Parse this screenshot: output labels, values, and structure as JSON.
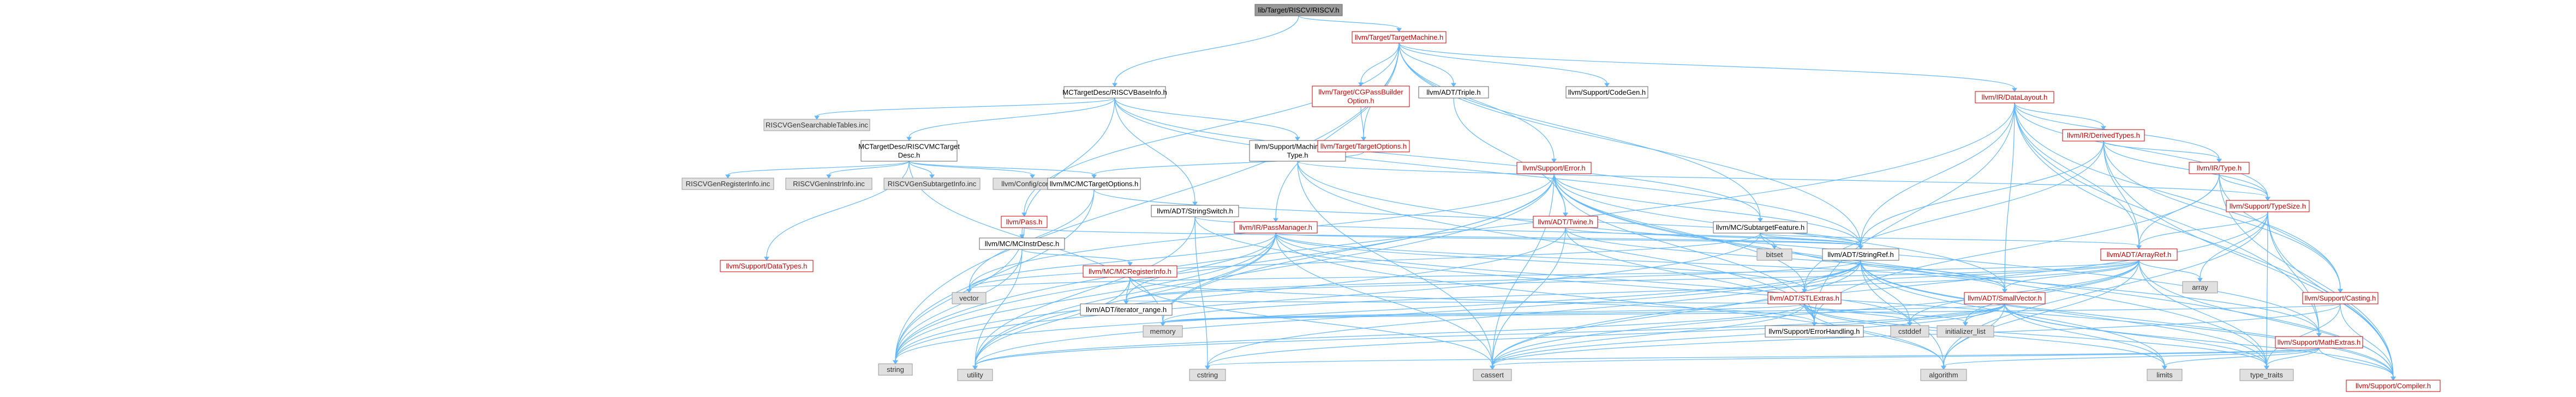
{
  "graph": {
    "colors": {
      "edge": "#63b8ff",
      "root": "#999999",
      "doc_border": "#cc0000",
      "external": "#e0e0e0"
    },
    "nodes": [
      {
        "id": "root",
        "kind": "root",
        "lines": [
          "lib/Target/RISCV/RISCV.h"
        ]
      },
      {
        "id": "tm",
        "kind": "doc",
        "lines": [
          "llvm/Target/TargetMachine.h"
        ]
      },
      {
        "id": "baseinfo",
        "kind": "local",
        "lines": [
          "MCTargetDesc/RISCVBaseInfo.h"
        ]
      },
      {
        "id": "searchable",
        "kind": "ext",
        "lines": [
          "RISCVGenSearchableTables.inc"
        ]
      },
      {
        "id": "mcdesc",
        "kind": "local",
        "lines": [
          "MCTargetDesc/RISCVMCTarget",
          "Desc.h"
        ]
      },
      {
        "id": "genreg",
        "kind": "ext",
        "lines": [
          "RISCVGenRegisterInfo.inc"
        ]
      },
      {
        "id": "geninstr",
        "kind": "ext",
        "lines": [
          "RISCVGenInstrInfo.inc"
        ]
      },
      {
        "id": "gensub",
        "kind": "ext",
        "lines": [
          "RISCVGenSubtargetInfo.inc"
        ]
      },
      {
        "id": "config",
        "kind": "ext",
        "lines": [
          "llvm/Config/config.h"
        ]
      },
      {
        "id": "datatypes",
        "kind": "doc",
        "lines": [
          "llvm/Support/DataTypes.h"
        ]
      },
      {
        "id": "mcinstrdesc",
        "kind": "local",
        "lines": [
          "llvm/MC/MCInstrDesc.h"
        ]
      },
      {
        "id": "mctargetopts",
        "kind": "local",
        "lines": [
          "llvm/MC/MCTargetOptions.h"
        ]
      },
      {
        "id": "stringswitch",
        "kind": "local",
        "lines": [
          "llvm/ADT/StringSwitch.h"
        ]
      },
      {
        "id": "mvt",
        "kind": "local",
        "lines": [
          "llvm/Support/MachineValue",
          "Type.h"
        ]
      },
      {
        "id": "passmgr",
        "kind": "doc",
        "lines": [
          "llvm/IR/PassManager.h"
        ]
      },
      {
        "id": "pass",
        "kind": "doc",
        "lines": [
          "llvm/Pass.h"
        ]
      },
      {
        "id": "mcreginfo",
        "kind": "doc",
        "lines": [
          "llvm/MC/MCRegisterInfo.h"
        ]
      },
      {
        "id": "iterrange",
        "kind": "local",
        "lines": [
          "llvm/ADT/iterator_range.h"
        ]
      },
      {
        "id": "triple",
        "kind": "local",
        "lines": [
          "llvm/ADT/Triple.h"
        ]
      },
      {
        "id": "codegen",
        "kind": "local",
        "lines": [
          "llvm/Support/CodeGen.h"
        ]
      },
      {
        "id": "cgpass",
        "kind": "doc",
        "lines": [
          "llvm/Target/CGPassBuilder",
          "Option.h"
        ]
      },
      {
        "id": "targetopts",
        "kind": "doc",
        "lines": [
          "llvm/Target/TargetOptions.h"
        ]
      },
      {
        "id": "error",
        "kind": "doc",
        "lines": [
          "llvm/Support/Error.h"
        ]
      },
      {
        "id": "twine",
        "kind": "doc",
        "lines": [
          "llvm/ADT/Twine.h"
        ]
      },
      {
        "id": "subfeature",
        "kind": "local",
        "lines": [
          "llvm/MC/SubtargetFeature.h"
        ]
      },
      {
        "id": "bitset",
        "kind": "ext",
        "lines": [
          "bitset"
        ]
      },
      {
        "id": "stringref",
        "kind": "local",
        "lines": [
          "llvm/ADT/StringRef.h"
        ]
      },
      {
        "id": "stlextras",
        "kind": "doc",
        "lines": [
          "llvm/ADT/STLExtras.h"
        ]
      },
      {
        "id": "errhandling",
        "kind": "local",
        "lines": [
          "llvm/Support/ErrorHandling.h"
        ]
      },
      {
        "id": "smallvector",
        "kind": "doc",
        "lines": [
          "llvm/ADT/SmallVector.h"
        ]
      },
      {
        "id": "datalayout",
        "kind": "doc",
        "lines": [
          "llvm/IR/DataLayout.h"
        ]
      },
      {
        "id": "derived",
        "kind": "doc",
        "lines": [
          "llvm/IR/DerivedTypes.h"
        ]
      },
      {
        "id": "irtype",
        "kind": "doc",
        "lines": [
          "llvm/IR/Type.h"
        ]
      },
      {
        "id": "typesize",
        "kind": "doc",
        "lines": [
          "llvm/Support/TypeSize.h"
        ]
      },
      {
        "id": "arrayref",
        "kind": "doc",
        "lines": [
          "llvm/ADT/ArrayRef.h"
        ]
      },
      {
        "id": "casting",
        "kind": "doc",
        "lines": [
          "llvm/Support/Casting.h"
        ]
      },
      {
        "id": "mathextras",
        "kind": "doc",
        "lines": [
          "llvm/Support/MathExtras.h"
        ]
      },
      {
        "id": "compiler",
        "kind": "doc",
        "lines": [
          "llvm/Support/Compiler.h"
        ]
      },
      {
        "id": "array",
        "kind": "ext",
        "lines": [
          "array"
        ]
      },
      {
        "id": "vector",
        "kind": "ext",
        "lines": [
          "vector"
        ]
      },
      {
        "id": "memory",
        "kind": "ext",
        "lines": [
          "memory"
        ]
      },
      {
        "id": "cstddef",
        "kind": "ext",
        "lines": [
          "cstddef"
        ]
      },
      {
        "id": "initlist",
        "kind": "ext",
        "lines": [
          "initializer_list"
        ]
      },
      {
        "id": "string",
        "kind": "ext",
        "lines": [
          "string"
        ]
      },
      {
        "id": "utility",
        "kind": "ext",
        "lines": [
          "utility"
        ]
      },
      {
        "id": "cstring",
        "kind": "ext",
        "lines": [
          "cstring"
        ]
      },
      {
        "id": "cassert",
        "kind": "ext",
        "lines": [
          "cassert"
        ]
      },
      {
        "id": "algorithm",
        "kind": "ext",
        "lines": [
          "algorithm"
        ]
      },
      {
        "id": "limits",
        "kind": "ext",
        "lines": [
          "limits"
        ]
      },
      {
        "id": "typetraits",
        "kind": "ext",
        "lines": [
          "type_traits"
        ]
      }
    ],
    "edges": [
      [
        "root",
        "tm"
      ],
      [
        "root",
        "baseinfo"
      ],
      [
        "tm",
        "triple"
      ],
      [
        "tm",
        "codegen"
      ],
      [
        "tm",
        "cgpass"
      ],
      [
        "tm",
        "targetopts"
      ],
      [
        "tm",
        "error"
      ],
      [
        "tm",
        "datalayout"
      ],
      [
        "tm",
        "passmgr"
      ],
      [
        "tm",
        "pass"
      ],
      [
        "tm",
        "stringref"
      ],
      [
        "tm",
        "string"
      ],
      [
        "tm",
        "subfeature"
      ],
      [
        "baseinfo",
        "searchable"
      ],
      [
        "baseinfo",
        "mcdesc"
      ],
      [
        "baseinfo",
        "mvt"
      ],
      [
        "baseinfo",
        "stringswitch"
      ],
      [
        "baseinfo",
        "subfeature"
      ],
      [
        "baseinfo",
        "mcinstrdesc"
      ],
      [
        "baseinfo",
        "stringref"
      ],
      [
        "mcdesc",
        "genreg"
      ],
      [
        "mcdesc",
        "geninstr"
      ],
      [
        "mcdesc",
        "gensub"
      ],
      [
        "mcdesc",
        "config"
      ],
      [
        "mcdesc",
        "datatypes"
      ],
      [
        "mcdesc",
        "mctargetopts"
      ],
      [
        "mcdesc",
        "memory"
      ],
      [
        "mctargetopts",
        "string"
      ],
      [
        "mctargetopts",
        "vector"
      ],
      [
        "mctargetopts",
        "stringref"
      ],
      [
        "mcinstrdesc",
        "mcreginfo"
      ],
      [
        "mcinstrdesc",
        "string"
      ],
      [
        "mcinstrdesc",
        "utility"
      ],
      [
        "mcreginfo",
        "iterrange"
      ],
      [
        "mcreginfo",
        "errhandling"
      ],
      [
        "mcreginfo",
        "cassert"
      ],
      [
        "mcreginfo",
        "utility"
      ],
      [
        "stringswitch",
        "stringref"
      ],
      [
        "stringswitch",
        "cstring"
      ],
      [
        "stringswitch",
        "utility"
      ],
      [
        "stringswitch",
        "compiler"
      ],
      [
        "mvt",
        "errhandling"
      ],
      [
        "mvt",
        "typesize"
      ],
      [
        "mvt",
        "mathextras"
      ],
      [
        "mvt",
        "cassert"
      ],
      [
        "passmgr",
        "stringref"
      ],
      [
        "passmgr",
        "smallvector"
      ],
      [
        "passmgr",
        "stlextras"
      ],
      [
        "passmgr",
        "vector"
      ],
      [
        "passmgr",
        "memory"
      ],
      [
        "passmgr",
        "algorithm"
      ],
      [
        "passmgr",
        "cassert"
      ],
      [
        "passmgr",
        "cstddef"
      ],
      [
        "passmgr",
        "string"
      ],
      [
        "passmgr",
        "utility"
      ],
      [
        "passmgr",
        "iterrange"
      ],
      [
        "pass",
        "stringref"
      ],
      [
        "pass",
        "string"
      ],
      [
        "triple",
        "twine"
      ],
      [
        "cgpass",
        "targetopts"
      ],
      [
        "targetopts",
        "mctargetopts"
      ],
      [
        "error",
        "stringref"
      ],
      [
        "error",
        "twine"
      ],
      [
        "error",
        "stlextras"
      ],
      [
        "error",
        "errhandling"
      ],
      [
        "error",
        "smallvector"
      ],
      [
        "error",
        "compiler"
      ],
      [
        "error",
        "cassert"
      ],
      [
        "error",
        "string"
      ],
      [
        "error",
        "memory"
      ],
      [
        "error",
        "vector"
      ],
      [
        "error",
        "utility"
      ],
      [
        "error",
        "typetraits"
      ],
      [
        "twine",
        "smallvector"
      ],
      [
        "twine",
        "stringref"
      ],
      [
        "twine",
        "errhandling"
      ],
      [
        "twine",
        "cassert"
      ],
      [
        "twine",
        "string"
      ],
      [
        "subfeature",
        "arrayref"
      ],
      [
        "subfeature",
        "stringref"
      ],
      [
        "subfeature",
        "mathextras"
      ],
      [
        "subfeature",
        "bitset"
      ],
      [
        "subfeature",
        "string"
      ],
      [
        "subfeature",
        "vector"
      ],
      [
        "stringref",
        "stlextras"
      ],
      [
        "stringref",
        "compiler"
      ],
      [
        "stringref",
        "algorithm"
      ],
      [
        "stringref",
        "cassert"
      ],
      [
        "stringref",
        "cstddef"
      ],
      [
        "stringref",
        "cstring"
      ],
      [
        "stringref",
        "limits"
      ],
      [
        "stringref",
        "string"
      ],
      [
        "stringref",
        "typetraits"
      ],
      [
        "stringref",
        "utility"
      ],
      [
        "stringref",
        "iterrange"
      ],
      [
        "stlextras",
        "iterrange"
      ],
      [
        "stlextras",
        "errhandling"
      ],
      [
        "stlextras",
        "algorithm"
      ],
      [
        "stlextras",
        "cassert"
      ],
      [
        "stlextras",
        "cstddef"
      ],
      [
        "stlextras",
        "initlist"
      ],
      [
        "stlextras",
        "memory"
      ],
      [
        "stlextras",
        "typetraits"
      ],
      [
        "stlextras",
        "utility"
      ],
      [
        "stlextras",
        "limits"
      ],
      [
        "smallvector",
        "compiler"
      ],
      [
        "smallvector",
        "algorithm"
      ],
      [
        "smallvector",
        "cassert"
      ],
      [
        "smallvector",
        "cstddef"
      ],
      [
        "smallvector",
        "cstring"
      ],
      [
        "smallvector",
        "initlist"
      ],
      [
        "smallvector",
        "memory"
      ],
      [
        "smallvector",
        "typetraits"
      ],
      [
        "smallvector",
        "utility"
      ],
      [
        "smallvector",
        "limits"
      ],
      [
        "datalayout",
        "derived"
      ],
      [
        "datalayout",
        "irtype"
      ],
      [
        "datalayout",
        "typesize"
      ],
      [
        "datalayout",
        "arrayref"
      ],
      [
        "datalayout",
        "stringref"
      ],
      [
        "datalayout",
        "smallvector"
      ],
      [
        "datalayout",
        "casting"
      ],
      [
        "datalayout",
        "errhandling"
      ],
      [
        "datalayout",
        "mathextras"
      ],
      [
        "datalayout",
        "compiler"
      ],
      [
        "datalayout",
        "string"
      ],
      [
        "derived",
        "irtype"
      ],
      [
        "derived",
        "arrayref"
      ],
      [
        "derived",
        "stlextras"
      ],
      [
        "derived",
        "stringref"
      ],
      [
        "derived",
        "casting"
      ],
      [
        "derived",
        "compiler"
      ],
      [
        "derived",
        "typesize"
      ],
      [
        "irtype",
        "arrayref"
      ],
      [
        "irtype",
        "casting"
      ],
      [
        "irtype",
        "compiler"
      ],
      [
        "irtype",
        "typesize"
      ],
      [
        "irtype",
        "errhandling"
      ],
      [
        "typesize",
        "arrayref"
      ],
      [
        "typesize",
        "mathextras"
      ],
      [
        "typesize",
        "compiler"
      ],
      [
        "typesize",
        "algorithm"
      ],
      [
        "typesize",
        "array"
      ],
      [
        "typesize",
        "cassert"
      ],
      [
        "typesize",
        "typetraits"
      ],
      [
        "arrayref",
        "smallvector"
      ],
      [
        "arrayref",
        "stlextras"
      ],
      [
        "arrayref",
        "compiler"
      ],
      [
        "arrayref",
        "algorithm"
      ],
      [
        "arrayref",
        "array"
      ],
      [
        "arrayref",
        "cassert"
      ],
      [
        "arrayref",
        "cstddef"
      ],
      [
        "arrayref",
        "initlist"
      ],
      [
        "arrayref",
        "iterrange"
      ],
      [
        "arrayref",
        "memory"
      ],
      [
        "arrayref",
        "typetraits"
      ],
      [
        "arrayref",
        "vector"
      ],
      [
        "casting",
        "compiler"
      ],
      [
        "casting",
        "cassert"
      ],
      [
        "casting",
        "memory"
      ],
      [
        "casting",
        "typetraits"
      ],
      [
        "mathextras",
        "compiler"
      ],
      [
        "mathextras",
        "cassert"
      ],
      [
        "mathextras",
        "limits"
      ],
      [
        "mathextras",
        "typetraits"
      ],
      [
        "mathextras",
        "algorithm"
      ],
      [
        "mathextras",
        "cstring"
      ]
    ]
  }
}
